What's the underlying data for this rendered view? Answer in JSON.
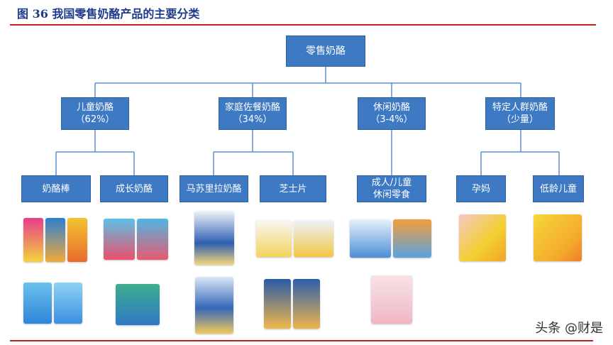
{
  "header": {
    "title": "图 36 我国零售奶酪产品的主要分类"
  },
  "diagram": {
    "root": "零售奶酪",
    "categories": [
      {
        "name": "儿童奶酪",
        "share": "（62%）"
      },
      {
        "name": "家庭佐餐奶酪",
        "share": "（34%）"
      },
      {
        "name": "休闲奶酪",
        "share": "（3-4%）"
      },
      {
        "name": "特定人群奶酪",
        "share": "（少量）"
      }
    ],
    "subcategories": [
      "奶酪棒",
      "成长奶酪",
      "马苏里拉奶酪",
      "芝士片",
      "成人/儿童",
      "休闲零食",
      "孕妈",
      "低龄儿童"
    ]
  },
  "colors": {
    "box": "#3e79c4",
    "rule": "#c0201d",
    "title": "#1f3b8c",
    "lines": "#5a8fd0"
  },
  "watermark": "头条 @财是"
}
